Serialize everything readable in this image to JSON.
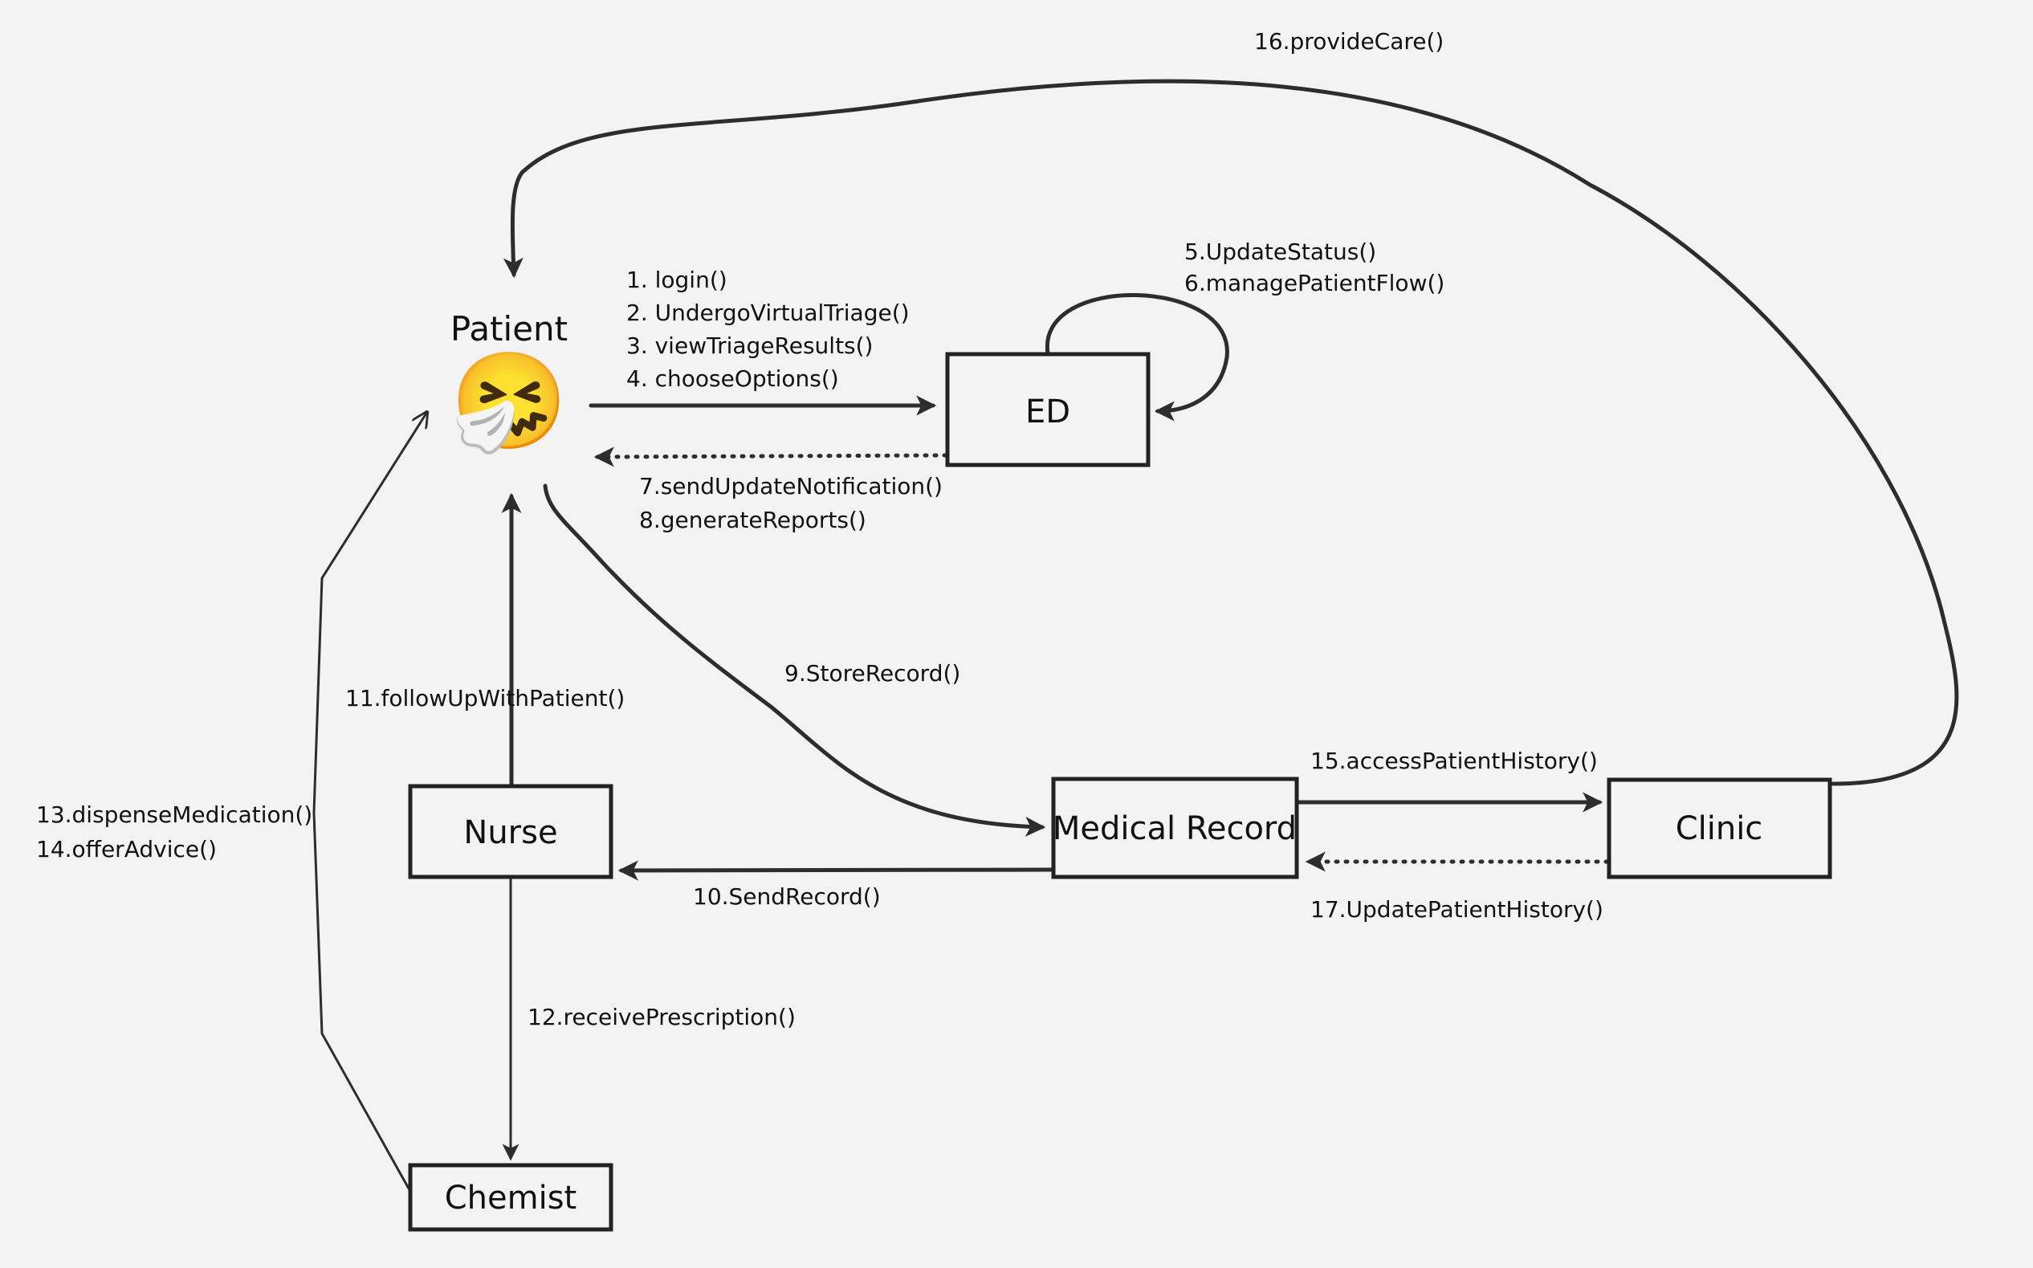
{
  "actor": {
    "label": "Patient",
    "icon": "sneezing-face-emoji",
    "icon_glyph": "🤧"
  },
  "nodes": {
    "ed": "ED",
    "nurse": "Nurse",
    "medical_record": "Medical Record",
    "clinic": "Clinic",
    "chemist": "Chemist"
  },
  "messages": {
    "patient_to_ed": [
      "1. login()",
      "2. UndergoVirtualTriage()",
      "3. viewTriageResults()",
      "4. chooseOptions()"
    ],
    "ed_self": [
      "5.UpdateStatus()",
      "6.managePatientFlow()"
    ],
    "ed_to_patient": [
      "7.sendUpdateNotification()",
      "8.generateReports()"
    ],
    "patient_to_record": "9.StoreRecord()",
    "record_to_nurse": "10.SendRecord()",
    "nurse_to_patient": "11.followUpWithPatient()",
    "nurse_to_chemist": "12.receivePrescription()",
    "chemist_to_patient": [
      "13.dispenseMedication()",
      "14.offerAdvice()"
    ],
    "record_to_clinic": "15.accessPatientHistory()",
    "clinic_to_patient": "16.provideCare()",
    "clinic_to_record": "17.UpdatePatientHistory()"
  }
}
